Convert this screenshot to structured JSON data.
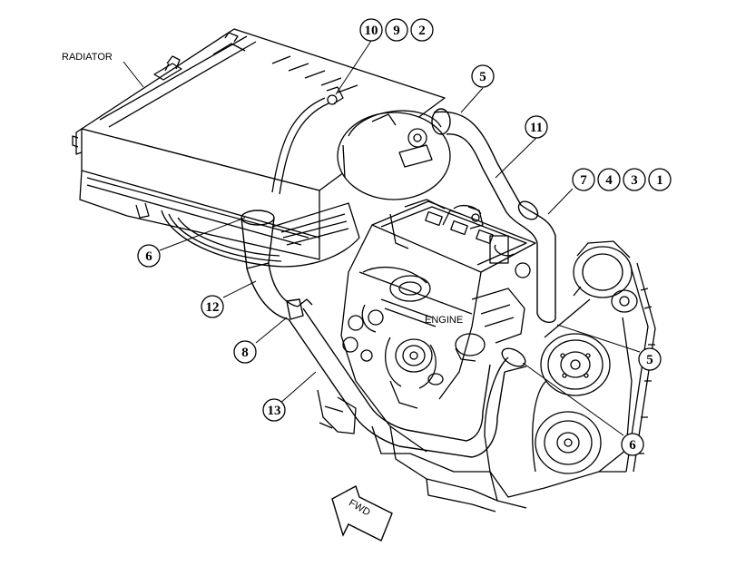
{
  "labels": {
    "radiator": "RADIATOR",
    "engine": "ENGINE",
    "forward": "FWD"
  },
  "callouts": {
    "top_group": [
      "10",
      "9",
      "2"
    ],
    "upper_hose": "5",
    "upper_pipe": "11",
    "right_group": [
      "7",
      "4",
      "3",
      "1"
    ],
    "radiator_outlet_clamp": "6",
    "lower_hose": "12",
    "lower_clamp": "8",
    "lower_pipe": "13",
    "engine_side_hose": "5",
    "engine_side_clamp": "6"
  },
  "colors": {
    "line": "#000000",
    "background": "#ffffff"
  }
}
